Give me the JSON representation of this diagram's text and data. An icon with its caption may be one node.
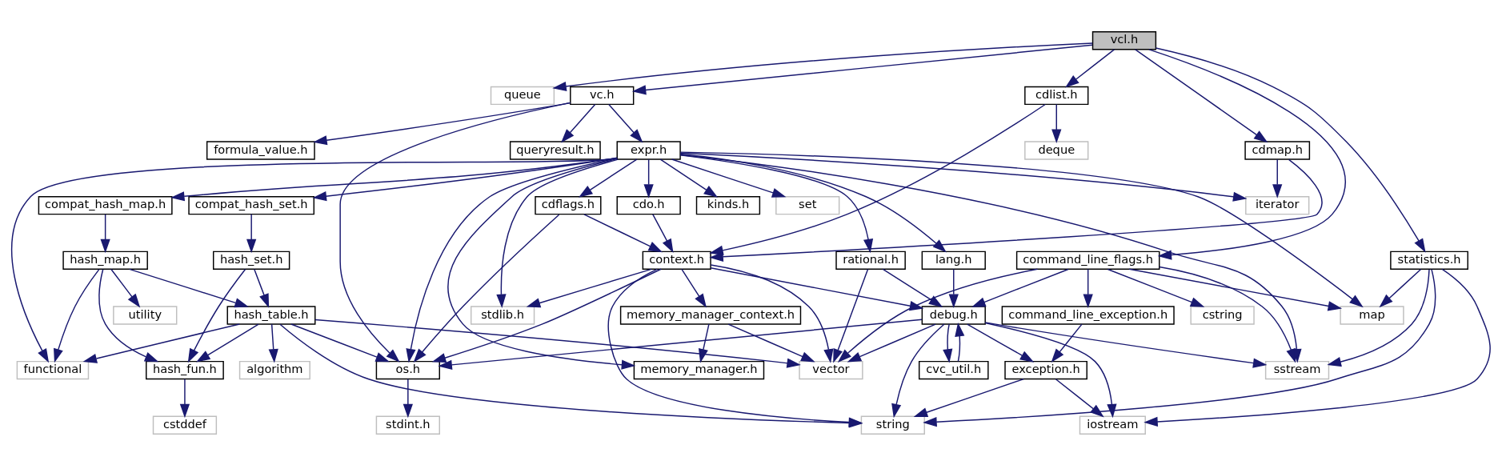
{
  "diagram": {
    "nodes": [
      {
        "text": [
          "vcl.h"
        ]
      },
      {
        "text": [
          "queue"
        ]
      },
      {
        "text": [
          "vc.h"
        ]
      },
      {
        "text": [
          "cdlist.h"
        ]
      },
      {
        "text": [
          "queryresult.h"
        ]
      },
      {
        "text": [
          "formula_value.h"
        ]
      },
      {
        "text": [
          "expr.h"
        ]
      },
      {
        "text": [
          "cdmap.h"
        ]
      },
      {
        "text": [
          "deque"
        ]
      },
      {
        "text": [
          "compat_hash_set.h"
        ]
      },
      {
        "text": [
          "compat_hash_map.h"
        ]
      },
      {
        "text": [
          "kinds.h"
        ]
      },
      {
        "text": [
          "cdflags.h"
        ]
      },
      {
        "text": [
          "cdo.h"
        ]
      },
      {
        "text": [
          "set"
        ]
      },
      {
        "text": [
          "iterator"
        ]
      },
      {
        "text": [
          "hash_set.h"
        ]
      },
      {
        "text": [
          "hash_map.h"
        ]
      },
      {
        "text": [
          "context.h"
        ]
      },
      {
        "text": [
          "rational.h"
        ]
      },
      {
        "text": [
          "lang.h"
        ]
      },
      {
        "text": [
          "command_line_flags.h"
        ]
      },
      {
        "text": [
          "statistics.h"
        ]
      },
      {
        "text": [
          "utility"
        ]
      },
      {
        "text": [
          "stdlib.h"
        ]
      },
      {
        "text": [
          "memory_manager_context.h"
        ]
      },
      {
        "text": [
          "debug.h"
        ]
      },
      {
        "text": [
          "cstring"
        ]
      },
      {
        "text": [
          "command_line_exception.h"
        ]
      },
      {
        "text": [
          "map"
        ]
      },
      {
        "text": [
          "hash_table.h"
        ]
      },
      {
        "text": [
          "hash_fun.h"
        ]
      },
      {
        "text": [
          "algorithm"
        ]
      },
      {
        "text": [
          "functional"
        ]
      },
      {
        "text": [
          "os.h"
        ]
      },
      {
        "text": [
          "memory_manager.h"
        ]
      },
      {
        "text": [
          "vector"
        ]
      },
      {
        "text": [
          "cvc_util.h"
        ]
      },
      {
        "text": [
          "exception.h"
        ]
      },
      {
        "text": [
          "sstream"
        ]
      },
      {
        "text": [
          "cstddef"
        ]
      },
      {
        "text": [
          "stdint.h"
        ]
      },
      {
        "text": [
          "string"
        ]
      },
      {
        "text": [
          "iostream"
        ]
      }
    ],
    "edges": [
      {
        "from": 0,
        "to": 1,
        "arrow": "to"
      },
      {
        "from": 0,
        "to": 2,
        "arrow": "to"
      },
      {
        "from": 0,
        "to": 3,
        "arrow": "to"
      },
      {
        "from": 0,
        "to": 7,
        "arrow": "to"
      },
      {
        "from": 0,
        "to": 21,
        "arrow": "to"
      },
      {
        "from": 0,
        "to": 22,
        "arrow": "to"
      },
      {
        "from": 2,
        "to": 4,
        "arrow": "to"
      },
      {
        "from": 2,
        "to": 5,
        "arrow": "to"
      },
      {
        "from": 2,
        "to": 6,
        "arrow": "to"
      },
      {
        "from": 2,
        "to": 34,
        "arrow": "to"
      },
      {
        "from": 3,
        "to": 8,
        "arrow": "to"
      },
      {
        "from": 3,
        "to": 18,
        "arrow": "to"
      },
      {
        "from": 7,
        "to": 15,
        "arrow": "to"
      },
      {
        "from": 7,
        "to": 18,
        "arrow": "to"
      },
      {
        "from": 6,
        "to": 9,
        "arrow": "to"
      },
      {
        "from": 6,
        "to": 10,
        "arrow": "to"
      },
      {
        "from": 6,
        "to": 11,
        "arrow": "to"
      },
      {
        "from": 6,
        "to": 12,
        "arrow": "to"
      },
      {
        "from": 6,
        "to": 13,
        "arrow": "to"
      },
      {
        "from": 6,
        "to": 14,
        "arrow": "to"
      },
      {
        "from": 6,
        "to": 15,
        "arrow": "to"
      },
      {
        "from": 6,
        "to": 29,
        "arrow": "to"
      },
      {
        "from": 6,
        "to": 19,
        "arrow": "to"
      },
      {
        "from": 6,
        "to": 20,
        "arrow": "to"
      },
      {
        "from": 6,
        "to": 39,
        "arrow": "to"
      },
      {
        "from": 6,
        "to": 33,
        "arrow": "to"
      },
      {
        "from": 6,
        "to": 24,
        "arrow": "to"
      },
      {
        "from": 6,
        "to": 34,
        "arrow": "to"
      },
      {
        "from": 6,
        "to": 35,
        "arrow": "to"
      },
      {
        "from": 12,
        "to": 18,
        "arrow": "to"
      },
      {
        "from": 12,
        "to": 34,
        "arrow": "to"
      },
      {
        "from": 13,
        "to": 18,
        "arrow": "to"
      },
      {
        "from": 9,
        "to": 16,
        "arrow": "to"
      },
      {
        "from": 10,
        "to": 17,
        "arrow": "to"
      },
      {
        "from": 16,
        "to": 31,
        "arrow": "to"
      },
      {
        "from": 16,
        "to": 30,
        "arrow": "to"
      },
      {
        "from": 17,
        "to": 31,
        "arrow": "to"
      },
      {
        "from": 17,
        "to": 30,
        "arrow": "to"
      },
      {
        "from": 17,
        "to": 23,
        "arrow": "to"
      },
      {
        "from": 17,
        "to": 33,
        "arrow": "to"
      },
      {
        "from": 30,
        "to": 31,
        "arrow": "to"
      },
      {
        "from": 30,
        "to": 32,
        "arrow": "to"
      },
      {
        "from": 30,
        "to": 33,
        "arrow": "to"
      },
      {
        "from": 30,
        "to": 34,
        "arrow": "to"
      },
      {
        "from": 30,
        "to": 42,
        "arrow": "to"
      },
      {
        "from": 30,
        "to": 36,
        "arrow": "to"
      },
      {
        "from": 31,
        "to": 40,
        "arrow": "to"
      },
      {
        "from": 34,
        "to": 41,
        "arrow": "to"
      },
      {
        "from": 18,
        "to": 24,
        "arrow": "to"
      },
      {
        "from": 18,
        "to": 25,
        "arrow": "to"
      },
      {
        "from": 18,
        "to": 34,
        "arrow": "to"
      },
      {
        "from": 18,
        "to": 26,
        "arrow": "to"
      },
      {
        "from": 18,
        "to": 36,
        "arrow": "to"
      },
      {
        "from": 18,
        "to": 42,
        "arrow": "to"
      },
      {
        "from": 25,
        "to": 35,
        "arrow": "to"
      },
      {
        "from": 25,
        "to": 36,
        "arrow": "to"
      },
      {
        "from": 19,
        "to": 36,
        "arrow": "to"
      },
      {
        "from": 19,
        "to": 26,
        "arrow": "to"
      },
      {
        "from": 20,
        "to": 26,
        "arrow": "to"
      },
      {
        "from": 21,
        "to": 36,
        "arrow": "to"
      },
      {
        "from": 21,
        "to": 26,
        "arrow": "to"
      },
      {
        "from": 21,
        "to": 27,
        "arrow": "to"
      },
      {
        "from": 21,
        "to": 28,
        "arrow": "to"
      },
      {
        "from": 21,
        "to": 29,
        "arrow": "to"
      },
      {
        "from": 21,
        "to": 39,
        "arrow": "to"
      },
      {
        "from": 28,
        "to": 38,
        "arrow": "to"
      },
      {
        "from": 26,
        "to": 34,
        "arrow": "to"
      },
      {
        "from": 26,
        "to": 36,
        "arrow": "to"
      },
      {
        "from": 26,
        "to": 37,
        "arrow": "to"
      },
      {
        "from": 26,
        "to": 42,
        "arrow": "to"
      },
      {
        "from": 26,
        "to": 38,
        "arrow": "to"
      },
      {
        "from": 26,
        "to": 43,
        "arrow": "to"
      },
      {
        "from": 26,
        "to": 39,
        "arrow": "to"
      },
      {
        "from": 37,
        "to": 26,
        "arrow": "to"
      },
      {
        "from": 38,
        "to": 42,
        "arrow": "to"
      },
      {
        "from": 38,
        "to": 43,
        "arrow": "to"
      },
      {
        "from": 22,
        "to": 29,
        "arrow": "to"
      },
      {
        "from": 22,
        "to": 39,
        "arrow": "to"
      },
      {
        "from": 22,
        "to": 42,
        "arrow": "to"
      },
      {
        "from": 22,
        "to": 43,
        "arrow": "to"
      }
    ]
  }
}
